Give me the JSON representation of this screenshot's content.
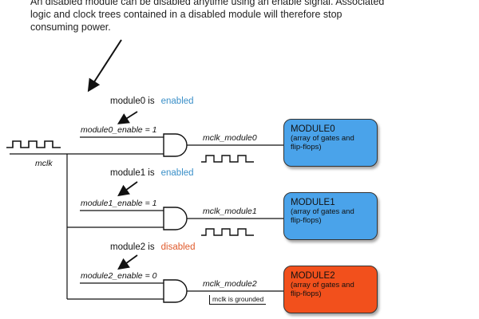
{
  "intro": {
    "line1": "An disabled module can be disabled anytime using an enable signal. Associated",
    "line2": "logic and clock trees contained in a disabled module will therefore stop",
    "line3": "consuming power."
  },
  "clock": {
    "label": "mclk"
  },
  "modules": [
    {
      "state_prefix": "module0 is",
      "state": "enabled",
      "enable_label": "module0_enable = 1",
      "output_label": "mclk_module0",
      "box_title": "MODULE0",
      "box_desc_1": "(array of gates and",
      "box_desc_2": "flip-flops)",
      "box_color": "#4aa3ea",
      "state_color": "#3a8fc8"
    },
    {
      "state_prefix": "module1 is",
      "state": "enabled",
      "enable_label": "module1_enable = 1",
      "output_label": "mclk_module1",
      "box_title": "MODULE1",
      "box_desc_1": "(array of gates and",
      "box_desc_2": "flip-flops)",
      "box_color": "#4aa3ea",
      "state_color": "#3a8fc8"
    },
    {
      "state_prefix": "module2 is",
      "state": "disabled",
      "enable_label": "module2_enable = 0",
      "output_label": "mclk_module2",
      "ground_label": "mclk is grounded",
      "box_title": "MODULE2",
      "box_desc_1": "(array of gates and",
      "box_desc_2": "flip-flops)",
      "box_color": "#f2501c",
      "state_color": "#e05a2b"
    }
  ]
}
